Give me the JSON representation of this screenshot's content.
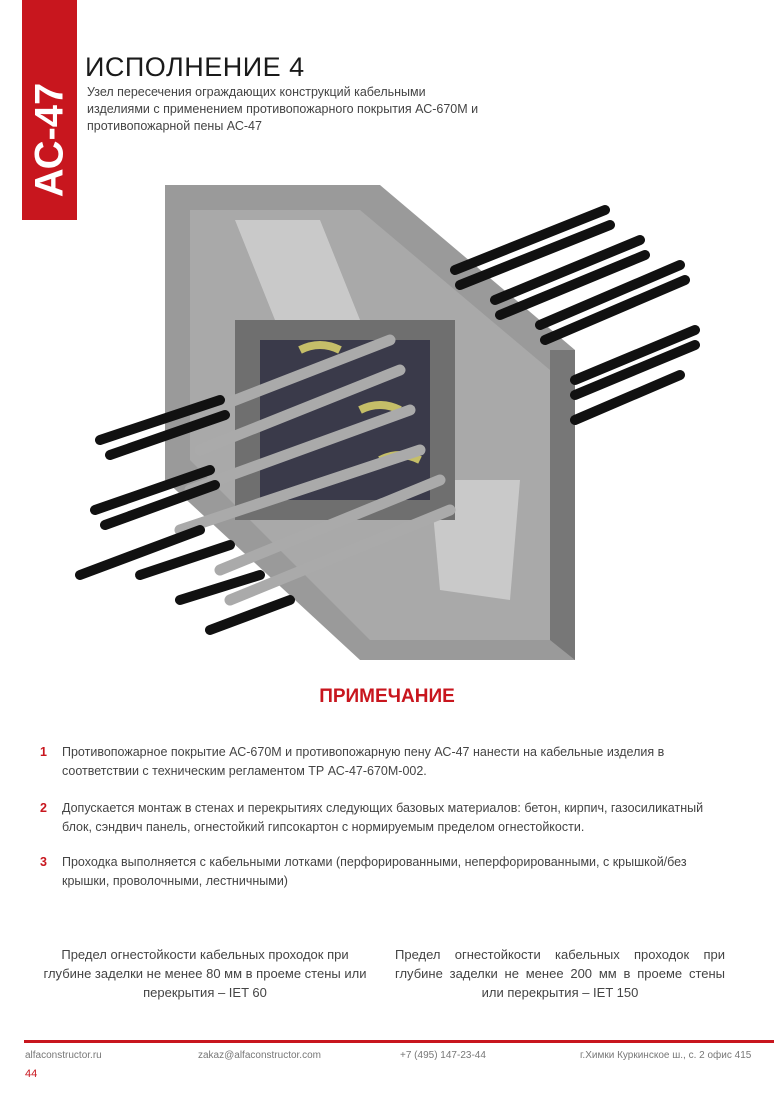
{
  "side_tab": "АС-47",
  "title": "ИСПОЛНЕНИЕ 4",
  "subtitle": "Узел пересечения ограждающих конструкций кабельными изделиями с применением противопожарного покрытия АС-670М и противопожарной пены АС-47",
  "note_title": "ПРИМЕЧАНИЕ",
  "notes": [
    {
      "num": "1",
      "text": "Противопожарное покрытие АС-670М и противопожарную пену АС-47 нанести на кабельные изделия в соответствии с техническим регламентом ТР АС-47-670М-002."
    },
    {
      "num": "2",
      "text": "Допускается монтаж в стенах и перекрытиях следующих базовых материалов: бетон, кирпич, газосиликатный блок, сэндвич панель, огнестойкий гипсокартон с нормируемым пределом огнестойкости."
    },
    {
      "num": "3",
      "text": " Проходка выполняется с кабельными лотками (перфорированными, неперфорированными, с крышкой/без крышки, проволочными, лестничными)"
    }
  ],
  "limits": [
    "Предел огнестойкости кабельных проходок при глубине заделки не менее 80 мм в проеме стены или перекрытия – IET 60",
    "Предел огнестойкости кабельных проходок при глубине заделки не менее 200 мм в проеме стены или перекрытия – IET 150"
  ],
  "footer": {
    "website": "alfaconstructor.ru",
    "email": "zakaz@alfaconstructor.com",
    "phone": "+7 (495) 147-23-44",
    "address": "г.Химки Куркинское ш., с. 2 офис 415",
    "page_number": "44"
  },
  "colors": {
    "accent": "#c8161e"
  }
}
